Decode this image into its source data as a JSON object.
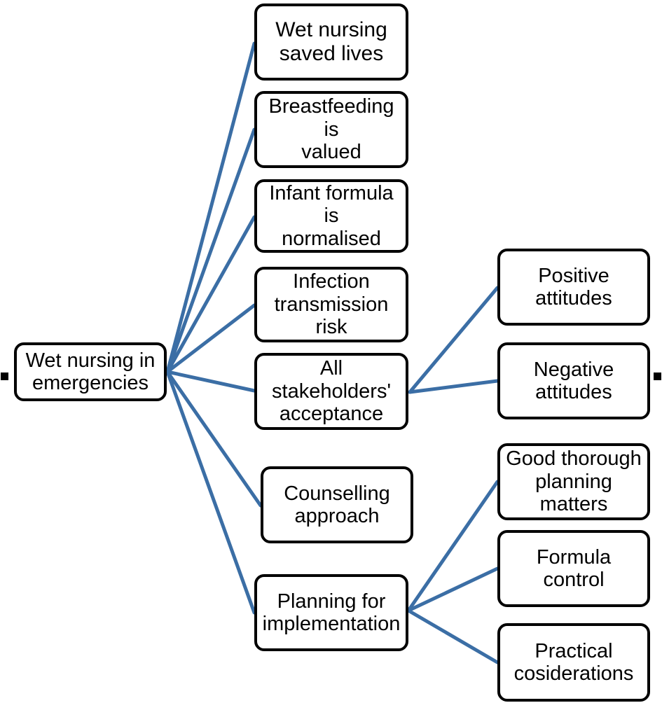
{
  "diagram": {
    "title": "Wet nursing in emergencies thematic map",
    "edge_color": "#3b6ea5",
    "node_border_color": "#000000",
    "node_fill_color": "#ffffff",
    "background_color": "#ffffff"
  },
  "root": {
    "label": "Wet nursing in\nemergencies"
  },
  "themes": [
    {
      "label": "Wet nursing\nsaved lives"
    },
    {
      "label": "Breastfeeding is\nvalued"
    },
    {
      "label": "Infant formula is\nnormalised"
    },
    {
      "label": "Infection\ntransmission risk"
    },
    {
      "label": "All stakeholders'\nacceptance"
    },
    {
      "label": "Counselling\napproach"
    },
    {
      "label": "Planning for\nimplementation"
    }
  ],
  "acceptance_subthemes": [
    {
      "label": "Positive\nattitudes"
    },
    {
      "label": "Negative\nattitudes"
    }
  ],
  "planning_subthemes": [
    {
      "label": "Good thorough\nplanning matters"
    },
    {
      "label": "Formula control"
    },
    {
      "label": "Practical\ncosiderations"
    }
  ],
  "handles": [
    {
      "name": "left-selection-handle"
    },
    {
      "name": "right-selection-handle"
    }
  ]
}
